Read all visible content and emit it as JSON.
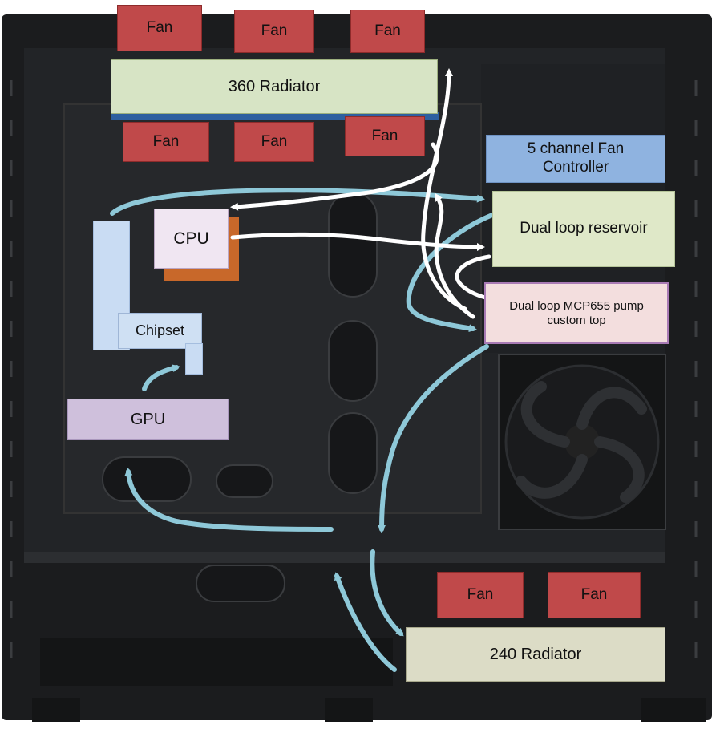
{
  "labels": {
    "fan_top_1": "Fan",
    "fan_top_2": "Fan",
    "fan_top_3": "Fan",
    "radiator_360": "360 Radiator",
    "fan_under_1": "Fan",
    "fan_under_2": "Fan",
    "fan_under_3": "Fan",
    "fan_controller": "5 channel Fan Controller",
    "reservoir": "Dual loop reservoir",
    "pump": "Dual loop MCP655 pump custom top",
    "cpu": "CPU",
    "chipset": "Chipset",
    "gpu": "GPU",
    "fan_bottom_1": "Fan",
    "fan_bottom_2": "Fan",
    "radiator_240": "240 Radiator"
  },
  "colors": {
    "case": "#1b1c1e",
    "case_panel": "#26282b",
    "fan_box": "#c0494a",
    "radiator": "#d7e4c5",
    "fan_controller": "#8fb3e0",
    "reservoir": "#dfe8c8",
    "pump": "#f3dede",
    "cpu_block": "#f0e6f2",
    "cpu_shadow": "#c8682a",
    "gpu": "#cfc0dc",
    "chipset": "#cfe0f3",
    "cold_loop": "#8ec8d8",
    "hot_loop": "#ffffff"
  }
}
